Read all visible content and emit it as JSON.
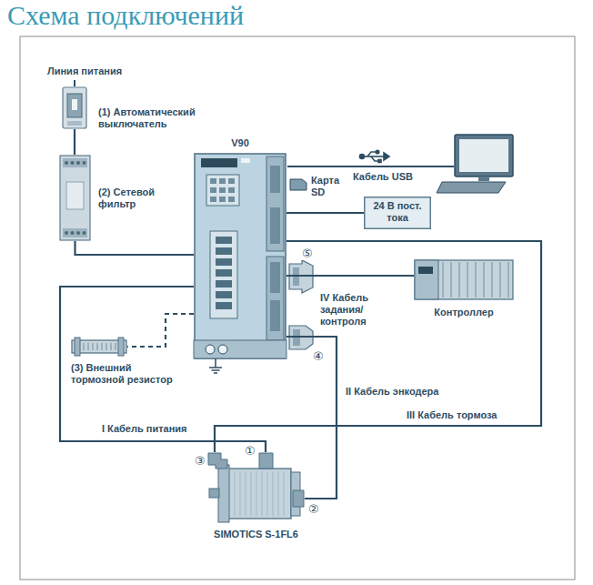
{
  "diagram": {
    "title": "Схема подключений",
    "nodes": [
      {
        "text": [
          "(1) Автоматический выключатель"
        ]
      },
      {
        "text": [
          "V90"
        ]
      },
      {
        "text": [
          "Карта SD"
        ]
      },
      {
        "text": [
          "(2) Сетевой фильтр"
        ]
      },
      {
        "text": [
          "24 В пост. тока"
        ]
      },
      {
        "text": [
          "Контроллер"
        ]
      },
      {
        "text": [
          "(3) Внешний тормозной резистор"
        ]
      },
      {
        "text": [
          "SIMOTICS S-1FL6"
        ]
      }
    ],
    "edges": [
      {
        "from": 0,
        "to": 3,
        "arrow": "none"
      },
      {
        "from": 3,
        "to": 1,
        "arrow": "none"
      },
      {
        "from": 1,
        "to": 4,
        "arrow": "none"
      },
      {
        "from": 1,
        "to": 5,
        "label": "IV Кабель задания/ контроля",
        "arrow": "none"
      },
      {
        "from": 1,
        "to": 6,
        "arrow": "none"
      },
      {
        "from": 1,
        "to": 7,
        "label": "I Кабель питания",
        "arrow": "none"
      },
      {
        "from": 1,
        "to": 7,
        "label": "II Кабель энкодера",
        "arrow": "none"
      },
      {
        "from": 1,
        "to": 7,
        "label": "III Кабель тормоза",
        "arrow": "none"
      }
    ],
    "labels": [
      "Линия питания",
      "Кабель USB",
      "⑤",
      "④",
      "①",
      "③",
      "②"
    ]
  }
}
